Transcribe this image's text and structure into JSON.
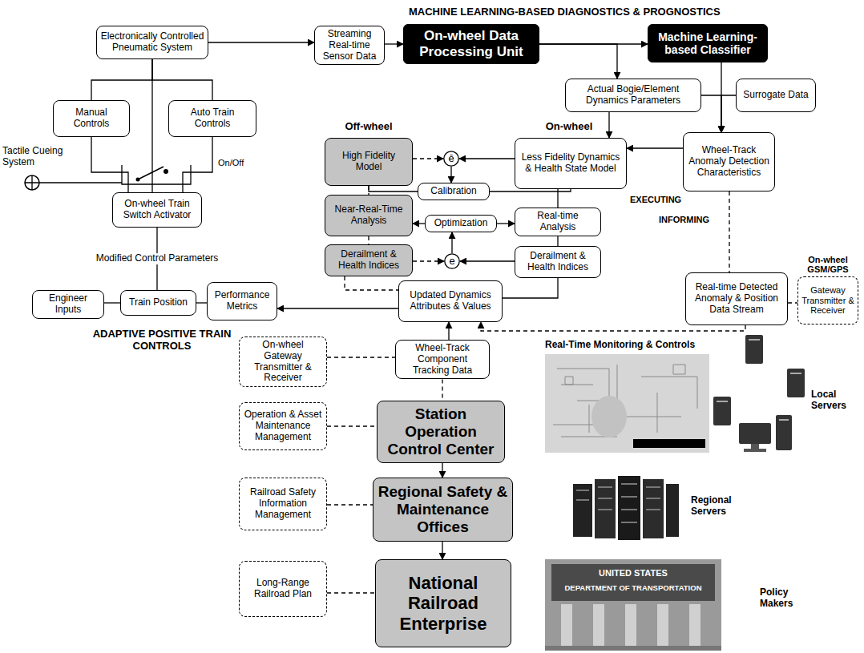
{
  "diagram": {
    "nodes": [
      {
        "text": [
          "Electronically Controlled Pneumatic System"
        ]
      },
      {
        "text": [
          "Streaming Real-time Sensor Data"
        ]
      },
      {
        "text": [
          "On-wheel Data Processing Unit"
        ]
      },
      {
        "text": [
          "Machine Learning-based Classifier"
        ]
      },
      {
        "text": [
          "Manual Controls"
        ]
      },
      {
        "text": [
          "Auto Train Controls"
        ]
      },
      {
        "text": [
          "Actual Bogie/Element Dynamics Parameters"
        ]
      },
      {
        "text": [
          "Surrogate Data"
        ]
      },
      {
        "text": [
          "High Fidelity Model"
        ]
      },
      {
        "text": [
          "ē"
        ]
      },
      {
        "text": [
          "Less Fidelity Dynamics & Health State Model"
        ]
      },
      {
        "text": [
          "Wheel-Track Anomaly Detection Characteristics"
        ]
      },
      {
        "text": [
          "Calibration"
        ]
      },
      {
        "text": [
          "On-wheel Train Switch Activator"
        ]
      },
      {
        "text": [
          "Near-Real-Time Analysis"
        ]
      },
      {
        "text": [
          "Optimization"
        ]
      },
      {
        "text": [
          "Real-time Analysis"
        ]
      },
      {
        "text": [
          "Derailment & Health Indices"
        ]
      },
      {
        "text": [
          "e"
        ]
      },
      {
        "text": [
          "Derailment & Health Indices"
        ]
      },
      {
        "text": [
          "Engineer Inputs"
        ]
      },
      {
        "text": [
          "Train Position"
        ]
      },
      {
        "text": [
          "Performance Metrics"
        ]
      },
      {
        "text": [
          "Real-time Detected Anomaly & Position Data Stream"
        ]
      },
      {
        "text": [
          "On-wheel GSM/GPS",
          "Gateway Transmitter & Receiver"
        ]
      },
      {
        "text": [
          "Updated Dynamics Attributes & Values"
        ]
      },
      {
        "text": [
          "On-wheel Gateway Transmitter & Receiver"
        ]
      },
      {
        "text": [
          "Wheel-Track Component Tracking Data"
        ]
      },
      {
        "text": [
          "Operation & Asset Maintenance Management"
        ]
      },
      {
        "text": [
          "Station Operation Control Center"
        ]
      },
      {
        "text": [
          "Railroad Safety Information Management"
        ]
      },
      {
        "text": [
          "Regional Safety & Maintenance Offices"
        ]
      },
      {
        "text": [
          "Long-Range Railroad Plan"
        ]
      },
      {
        "text": [
          "National Railroad Enterprise"
        ]
      }
    ],
    "edges": [
      {
        "from": 0,
        "to": 1,
        "arrow": "to"
      },
      {
        "from": 1,
        "to": 2,
        "arrow": "to"
      },
      {
        "from": 2,
        "to": 3,
        "arrow": "to"
      },
      {
        "from": 0,
        "to": 4,
        "arrow": "none"
      },
      {
        "from": 0,
        "to": 5,
        "arrow": "none"
      },
      {
        "from": 13,
        "to": 0,
        "arrow": "none"
      },
      {
        "from": 13,
        "to": 4,
        "arrow": "none"
      },
      {
        "from": 13,
        "to": 5,
        "arrow": "none"
      },
      {
        "from": 2,
        "to": 6,
        "arrow": "to"
      },
      {
        "from": 6,
        "to": 10,
        "arrow": "to"
      },
      {
        "from": 3,
        "to": 11,
        "arrow": "to"
      },
      {
        "from": 6,
        "to": 11,
        "arrow": "to"
      },
      {
        "from": 7,
        "to": 11,
        "arrow": "to"
      },
      {
        "from": 11,
        "to": 10,
        "arrow": "to"
      },
      {
        "from": 11,
        "to": 23,
        "arrow": "none"
      },
      {
        "from": 8,
        "to": 9,
        "arrow": "to"
      },
      {
        "from": 10,
        "to": 9,
        "arrow": "to"
      },
      {
        "from": 9,
        "to": 12,
        "arrow": "to"
      },
      {
        "from": 12,
        "to": 8,
        "arrow": "none"
      },
      {
        "from": 12,
        "to": 10,
        "arrow": "none"
      },
      {
        "from": 15,
        "to": 14,
        "arrow": "to"
      },
      {
        "from": 15,
        "to": 16,
        "arrow": "to"
      },
      {
        "from": 8,
        "to": 14,
        "arrow": "none"
      },
      {
        "from": 14,
        "to": 17,
        "arrow": "none"
      },
      {
        "from": 10,
        "to": 16,
        "arrow": "none"
      },
      {
        "from": 16,
        "to": 19,
        "arrow": "none"
      },
      {
        "from": 17,
        "to": 18,
        "arrow": "to"
      },
      {
        "from": 19,
        "to": 18,
        "arrow": "to"
      },
      {
        "from": 18,
        "to": 15,
        "arrow": "to"
      },
      {
        "from": 19,
        "to": 25,
        "arrow": "none"
      },
      {
        "from": 17,
        "to": 25,
        "arrow": "none"
      },
      {
        "from": 25,
        "to": 22,
        "arrow": "to"
      },
      {
        "from": 22,
        "to": 21,
        "arrow": "none"
      },
      {
        "from": 21,
        "to": 20,
        "arrow": "none"
      },
      {
        "from": 13,
        "to": 21,
        "arrow": "none",
        "label": "Modified Control Parameters"
      },
      {
        "from": 23,
        "to": 25,
        "arrow": "to"
      },
      {
        "from": 27,
        "to": 25,
        "arrow": "to"
      },
      {
        "from": 26,
        "to": 27,
        "arrow": "none"
      },
      {
        "from": 27,
        "to": 29,
        "arrow": "none"
      },
      {
        "from": 28,
        "to": 29,
        "arrow": "none"
      },
      {
        "from": 29,
        "to": 31,
        "arrow": "to"
      },
      {
        "from": 30,
        "to": 31,
        "arrow": "none"
      },
      {
        "from": 31,
        "to": 33,
        "arrow": "to"
      },
      {
        "from": 32,
        "to": 33,
        "arrow": "none"
      },
      {
        "from": 23,
        "to": 24,
        "arrow": "none"
      }
    ],
    "labels": [
      "MACHINE LEARNING-BASED DIAGNOSTICS & PROGNOSTICS",
      "Tactile Cueing System",
      "On/Off",
      "Off-wheel",
      "On-wheel",
      "EXECUTING",
      "INFORMING",
      "ADAPTIVE POSITIVE TRAIN CONTROLS",
      "Real-Time Monitoring & Controls",
      "Local Servers",
      "Regional Servers",
      "UNITED STATES",
      "DEPARTMENT OF TRANSPORTATION",
      "Policy Makers"
    ]
  }
}
